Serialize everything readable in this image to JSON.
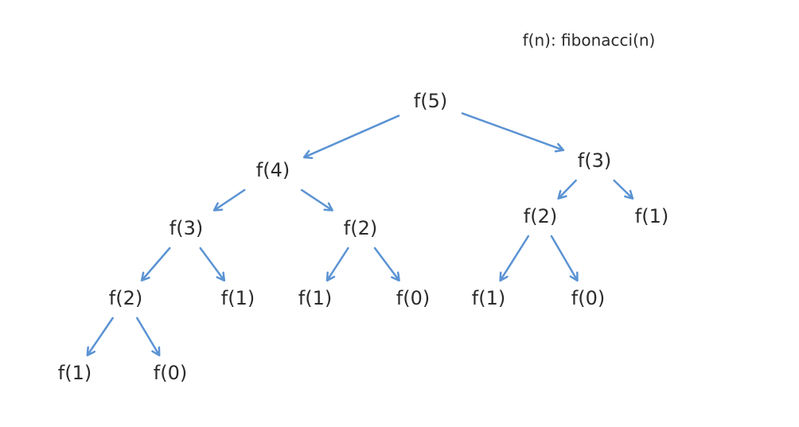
{
  "legend": "f(n): fibonacci(n)",
  "colors": {
    "arrow": "#5b93d3",
    "text": "#2b2b2b"
  },
  "nodes": [
    {
      "id": "n5",
      "label": "f(5)"
    },
    {
      "id": "n4",
      "label": "f(4)"
    },
    {
      "id": "n3r",
      "label": "f(3)"
    },
    {
      "id": "n3",
      "label": "f(3)"
    },
    {
      "id": "n2a",
      "label": "f(2)"
    },
    {
      "id": "n2b",
      "label": "f(2)"
    },
    {
      "id": "n1a",
      "label": "f(1)"
    },
    {
      "id": "n2c",
      "label": "f(2)"
    },
    {
      "id": "n1b",
      "label": "f(1)"
    },
    {
      "id": "n1c",
      "label": "f(1)"
    },
    {
      "id": "n0a",
      "label": "f(0)"
    },
    {
      "id": "n1d",
      "label": "f(1)"
    },
    {
      "id": "n0b",
      "label": "f(0)"
    },
    {
      "id": "n1e",
      "label": "f(1)"
    },
    {
      "id": "n0c",
      "label": "f(0)"
    }
  ],
  "edges": [
    {
      "from": "n5",
      "to": "n4"
    },
    {
      "from": "n5",
      "to": "n3r"
    },
    {
      "from": "n4",
      "to": "n3"
    },
    {
      "from": "n4",
      "to": "n2a"
    },
    {
      "from": "n3r",
      "to": "n2b"
    },
    {
      "from": "n3r",
      "to": "n1a"
    },
    {
      "from": "n3",
      "to": "n2c"
    },
    {
      "from": "n3",
      "to": "n1b"
    },
    {
      "from": "n2a",
      "to": "n1c"
    },
    {
      "from": "n2a",
      "to": "n0a"
    },
    {
      "from": "n2b",
      "to": "n1d"
    },
    {
      "from": "n2b",
      "to": "n0b"
    },
    {
      "from": "n2c",
      "to": "n1e"
    },
    {
      "from": "n2c",
      "to": "n0c"
    }
  ]
}
